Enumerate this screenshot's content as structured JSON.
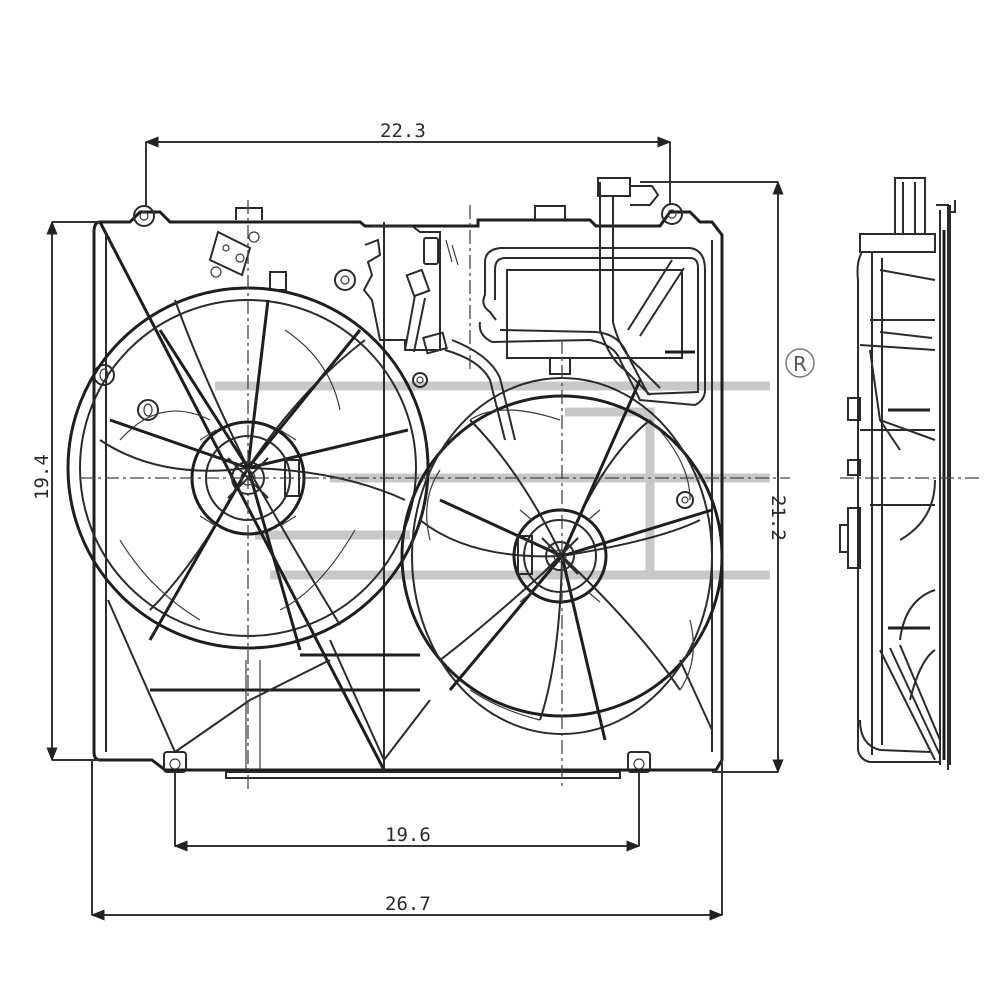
{
  "drawing": {
    "subject": "Dual radiator cooling fan assembly — front and side views",
    "colors": {
      "line": "#2b2b2b",
      "background": "#ffffff",
      "watermark": "#9a9a9a"
    }
  },
  "dimensions": {
    "top_width": "22.3",
    "left_height": "19.4",
    "right_height": "21.2",
    "bottom_inner_width": "19.6",
    "bottom_overall_width": "26.7"
  },
  "registered_mark": "R"
}
